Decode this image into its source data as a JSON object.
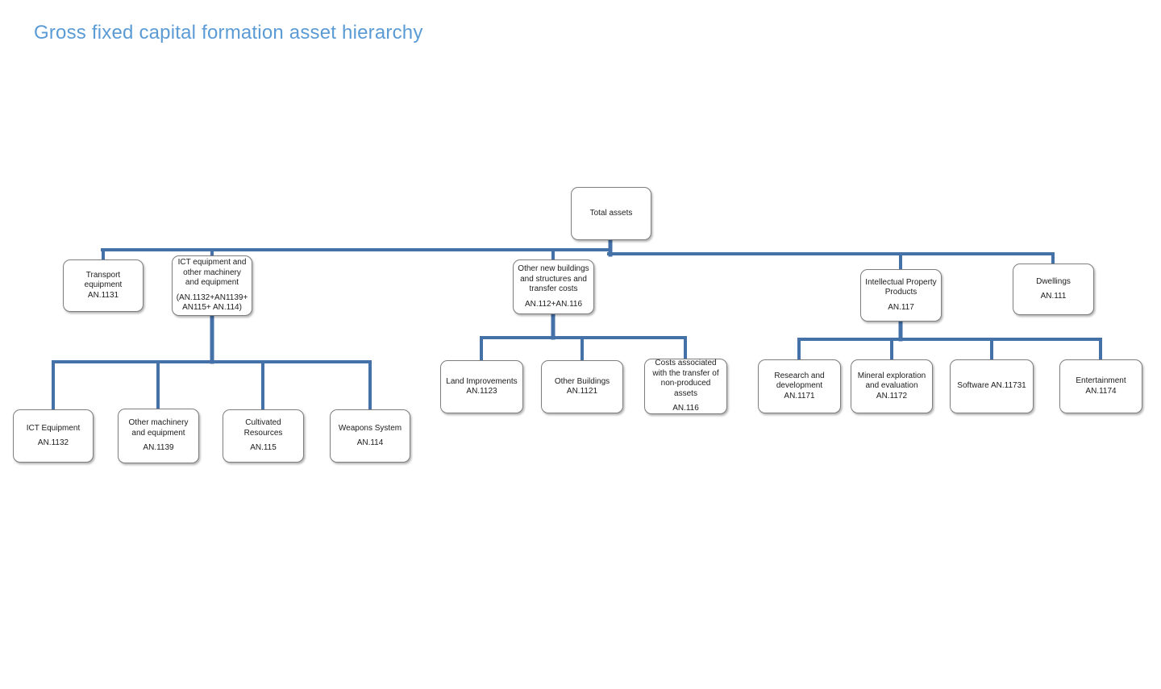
{
  "page": {
    "title": "Gross fixed capital formation asset hierarchy"
  },
  "colors": {
    "title": "#5B9BD5",
    "connector": "#4471A8",
    "box_border": "#7e7e7e",
    "box_fill": "#ffffff",
    "box_text": "#1c1c1c"
  },
  "nodes": {
    "total": {
      "label": "Total assets",
      "code": ""
    },
    "transport": {
      "label": "Transport equipment",
      "code": "AN.1131"
    },
    "ict": {
      "label": "ICT  equipment and other machinery and equipment",
      "code": "(AN.1132+AN1139+AN115+ AN.114)"
    },
    "buildings": {
      "label": "Other new buildings and structures and transfer costs",
      "code": "AN.112+AN.116"
    },
    "ipp": {
      "label": "Intellectual Property Products",
      "code": "AN.117"
    },
    "dwellings": {
      "label": "Dwellings",
      "code": "AN.111"
    },
    "ict_equipment": {
      "label": "ICT Equipment",
      "code": "AN.1132"
    },
    "other_machinery": {
      "label": "Other machinery and equipment",
      "code": "AN.1139"
    },
    "cultivated": {
      "label": "Cultivated Resources",
      "code": "AN.115"
    },
    "weapons": {
      "label": "Weapons System",
      "code": "AN.114"
    },
    "land": {
      "label": "Land Improvements",
      "code": "AN.1123"
    },
    "other_buildings": {
      "label": "Other Buildings",
      "code": "AN.1121"
    },
    "costs": {
      "label": "Costs associated with the transfer of non-produced assets",
      "code": "AN.116"
    },
    "research": {
      "label": "Research and development",
      "code": "AN.1171"
    },
    "mineral": {
      "label": "Mineral exploration and evaluation",
      "code": "AN.1172"
    },
    "software": {
      "label": "Software AN.11731",
      "code": ""
    },
    "entertainment": {
      "label": "Entertainment",
      "code": "AN.1174"
    }
  },
  "hierarchy": {
    "root": "total",
    "children": {
      "total": [
        "transport",
        "ict",
        "buildings",
        "ipp",
        "dwellings"
      ],
      "ict": [
        "ict_equipment",
        "other_machinery",
        "cultivated",
        "weapons"
      ],
      "buildings": [
        "land",
        "other_buildings",
        "costs"
      ],
      "ipp": [
        "research",
        "mineral",
        "software",
        "entertainment"
      ]
    }
  }
}
